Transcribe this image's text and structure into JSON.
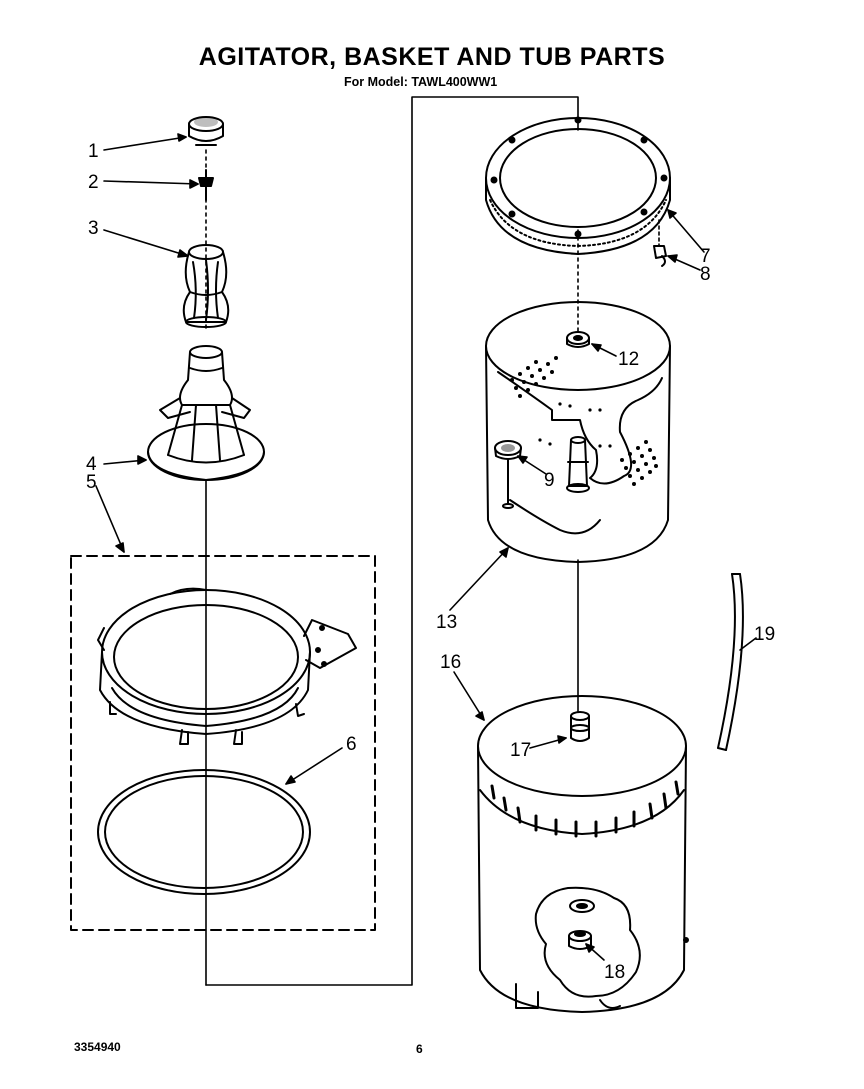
{
  "header": {
    "title": "AGITATOR, BASKET AND TUB PARTS",
    "model_line": "For Model: TAWL400WW1"
  },
  "footer": {
    "doc_number": "3354940",
    "page_number": "6"
  },
  "callouts": {
    "c1": "1",
    "c2": "2",
    "c3": "3",
    "c4": "4",
    "c5": "5",
    "c6": "6",
    "c7": "7",
    "c8": "8",
    "c9": "9",
    "c12": "12",
    "c13": "13",
    "c16": "16",
    "c17": "17",
    "c18": "18",
    "c19": "19"
  }
}
